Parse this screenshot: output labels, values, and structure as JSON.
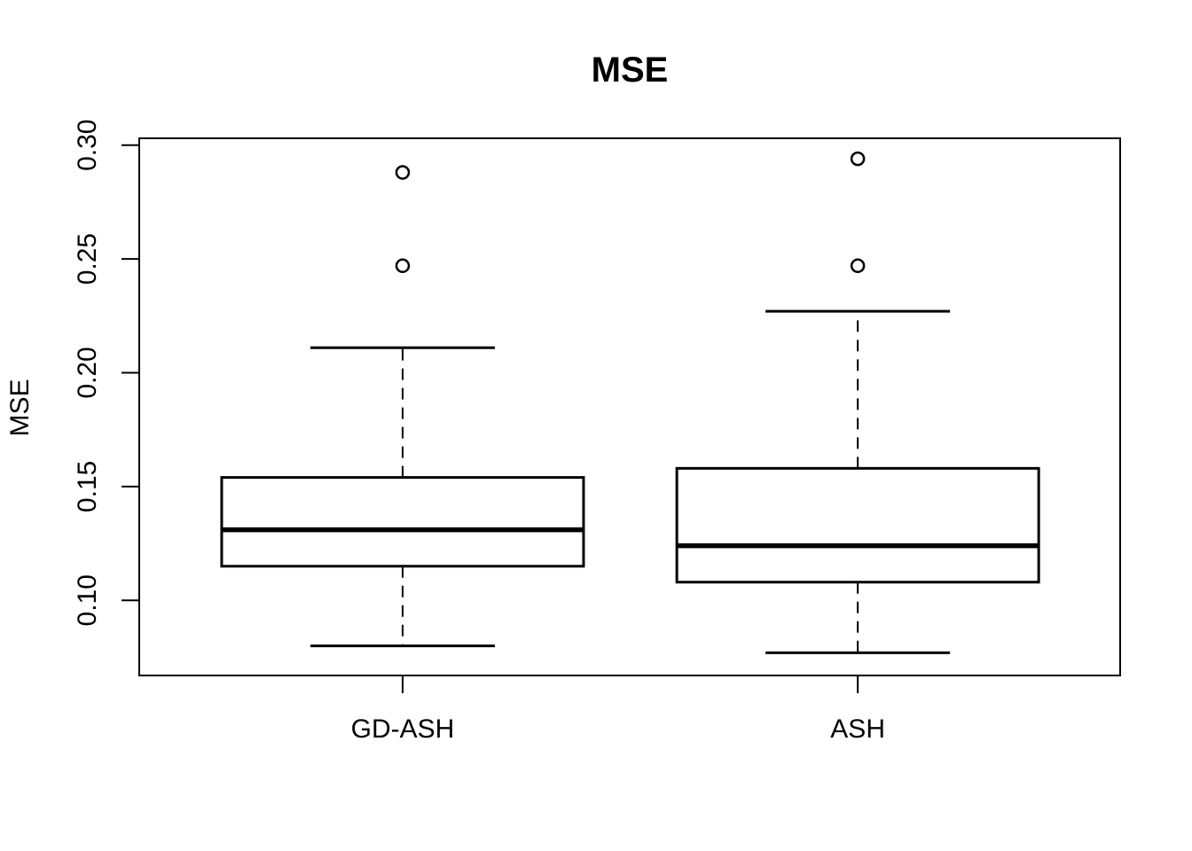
{
  "chart_data": {
    "type": "boxplot",
    "title": "MSE",
    "xlabel": "",
    "ylabel": "MSE",
    "categories": [
      "GD-ASH",
      "ASH"
    ],
    "ytick_labels": [
      "0.10",
      "0.15",
      "0.20",
      "0.25",
      "0.30"
    ],
    "yticks": [
      0.1,
      0.15,
      0.2,
      0.25,
      0.3
    ],
    "ylim": [
      0.067,
      0.303
    ],
    "grid": false,
    "legend": "none",
    "colors": {
      "background": "#ffffff",
      "foreground": "#000000"
    },
    "series": [
      {
        "name": "GD-ASH",
        "lower_whisker": 0.08,
        "q1": 0.115,
        "median": 0.131,
        "q3": 0.154,
        "upper_whisker": 0.211,
        "outliers": [
          0.247,
          0.288
        ]
      },
      {
        "name": "ASH",
        "lower_whisker": 0.077,
        "q1": 0.108,
        "median": 0.124,
        "q3": 0.158,
        "upper_whisker": 0.227,
        "outliers": [
          0.247,
          0.294
        ]
      }
    ]
  }
}
